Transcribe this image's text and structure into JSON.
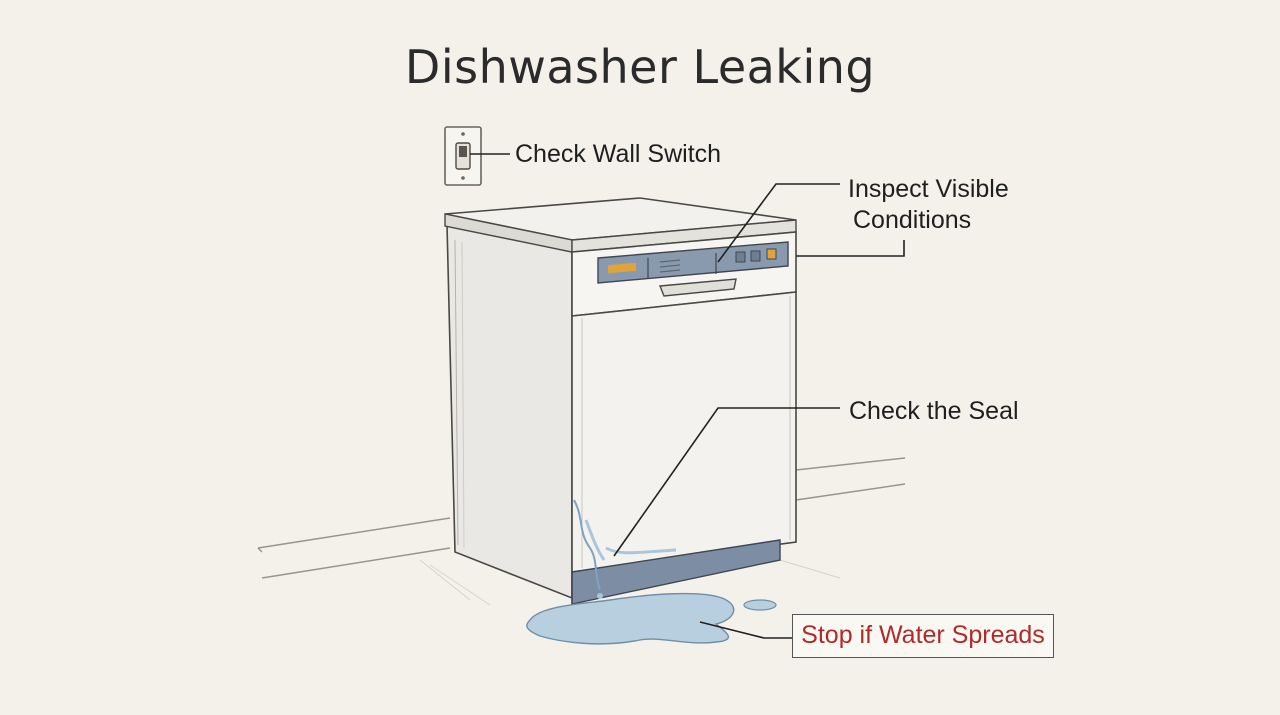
{
  "title": "Dishwasher Leaking",
  "callouts": {
    "wall_switch": "Check Wall Switch",
    "inspect_line1": "Inspect Visible",
    "inspect_line2": "Conditions",
    "seal": "Check the Seal",
    "stop": "Stop if Water Spreads"
  },
  "colors": {
    "background": "#f4f1ea",
    "warning_text": "#b02a2a",
    "panel": "#8a9aae",
    "indicator": "#e2a43a",
    "water": "#a9c6dc"
  },
  "icons": [
    "light-switch-icon",
    "dishwasher-illustration",
    "water-puddle-icon"
  ]
}
